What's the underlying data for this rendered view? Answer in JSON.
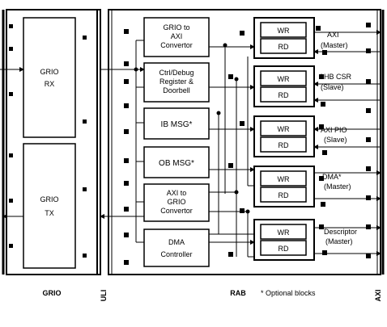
{
  "grio": {
    "rx_line1": "GRIO",
    "rx_line2": "RX",
    "tx_line1": "GRIO",
    "tx_line2": "TX",
    "label": "GRIO"
  },
  "uli": {
    "label": "ULI"
  },
  "rab": {
    "label": "RAB",
    "optional_note": "* Optional blocks",
    "blocks": [
      {
        "lines": [
          "GRIO to",
          "AXI",
          "Convertor"
        ]
      },
      {
        "lines": [
          "Ctrl/Debug",
          "Register &",
          "Doorbell"
        ]
      },
      {
        "lines": [
          "IB MSG*"
        ]
      },
      {
        "lines": [
          "OB MSG*"
        ]
      },
      {
        "lines": [
          "AXI to",
          "GRIO",
          "Convertor"
        ]
      },
      {
        "lines": [
          "DMA",
          "Controller"
        ]
      }
    ],
    "engines": [
      {
        "wr": "WR",
        "rd": "RD",
        "line1": "AXI",
        "line2": "(Master)"
      },
      {
        "wr": "WR",
        "rd": "RD",
        "line1": "AHB CSR",
        "line2": "(Slave)"
      },
      {
        "wr": "WR",
        "rd": "RD",
        "line1": "AXI PIO",
        "line2": "(Slave)"
      },
      {
        "wr": "WR",
        "rd": "RD",
        "line1": "DMA*",
        "line2": "(Master)"
      },
      {
        "wr": "WR",
        "rd": "RD",
        "line1": "Descriptor",
        "line2": "(Master)"
      }
    ]
  },
  "axi": {
    "label": "AXI"
  },
  "colors": {
    "ink": "#000000",
    "paper": "#ffffff"
  }
}
